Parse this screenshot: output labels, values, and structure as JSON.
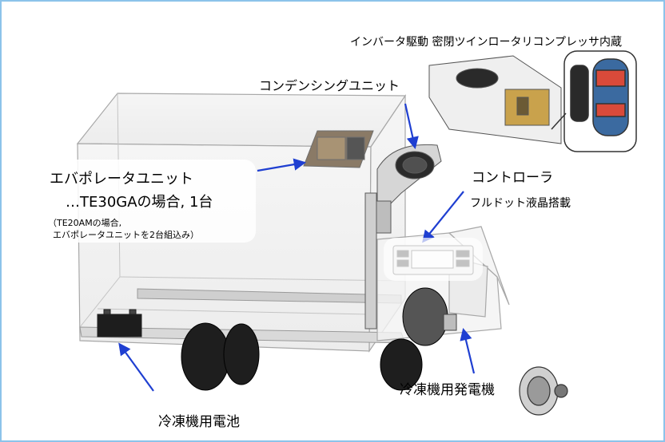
{
  "labels": {
    "compressor_note": "インバータ駆動 密閉ツインロータリコンプレッサ内蔵",
    "condensing_unit": "コンデンシングユニット",
    "evaporator_title": "エバポレータユニット",
    "evaporator_line2": "…TE30GAの場合, 1台",
    "evaporator_note1": "（TE20AMの場合,",
    "evaporator_note2": "エバポレータユニットを2台組込み）",
    "controller_title": "コントローラ",
    "controller_sub": "フルドット液晶搭載",
    "generator": "冷凍機用発電機",
    "battery": "冷凍機用電池"
  },
  "colors": {
    "frame_border": "#8cc3ea",
    "arrow": "#1f3fd1",
    "truck_outline": "#a8a8a8",
    "tire": "#1e1e1e"
  }
}
